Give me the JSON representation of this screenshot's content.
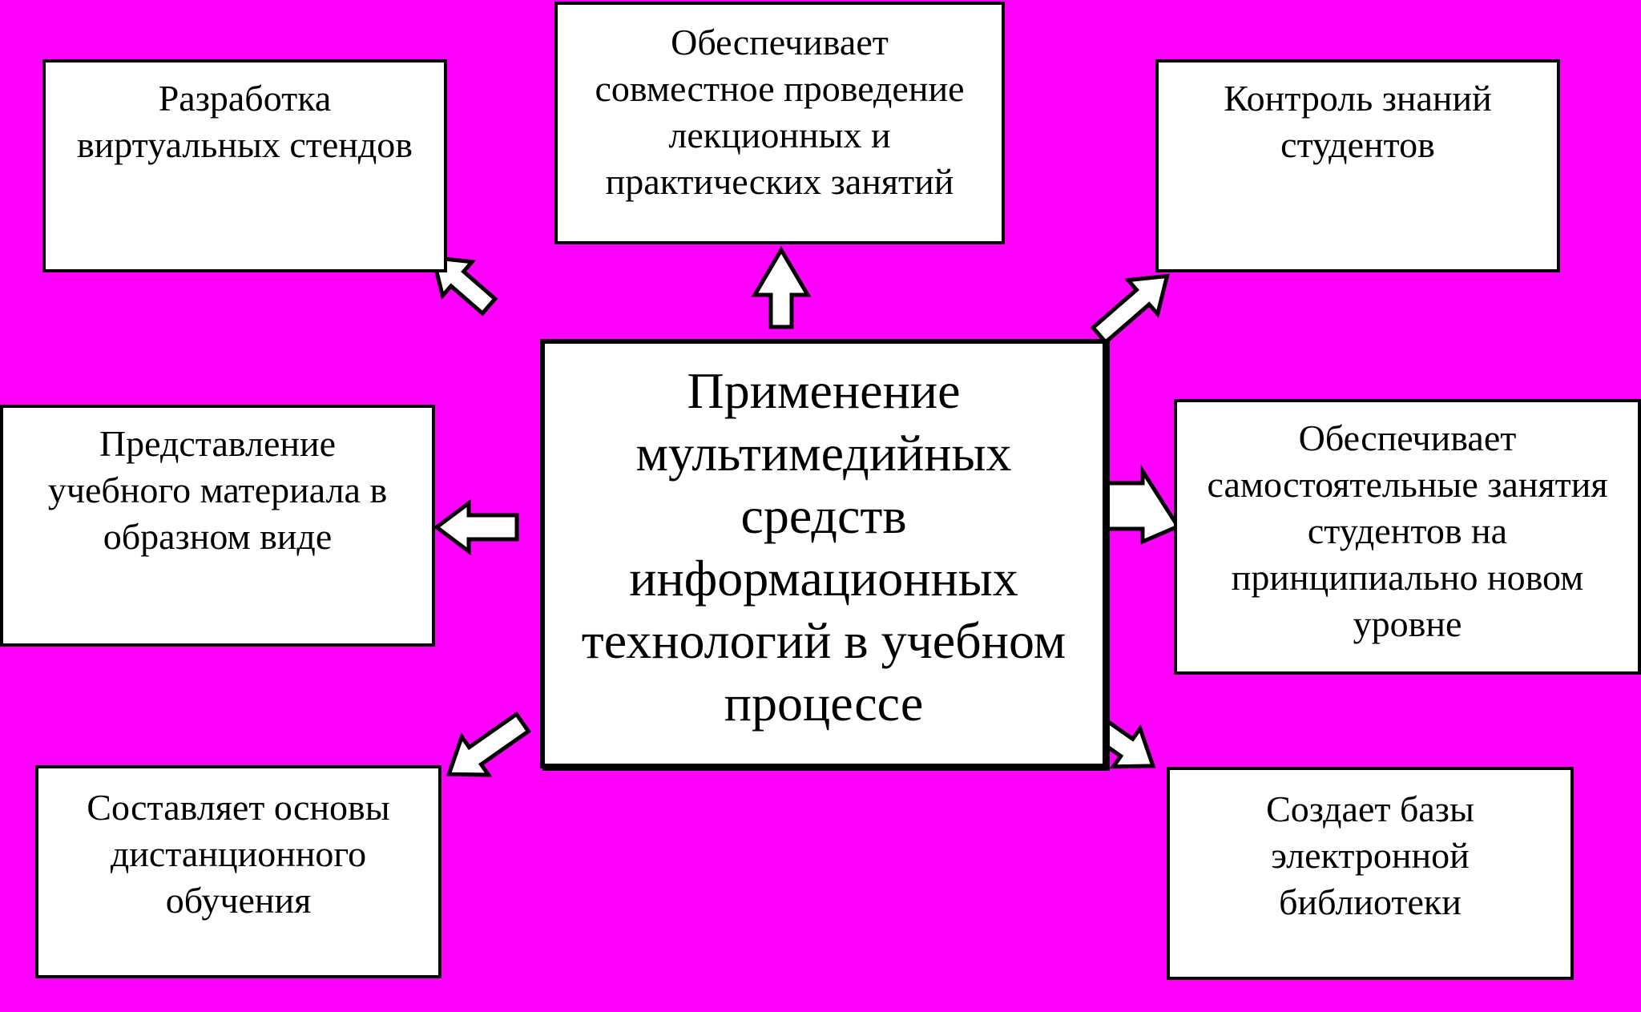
{
  "colors": {
    "background": "#ff00ff",
    "box_fill": "#ffffff",
    "border": "#000000"
  },
  "center": {
    "lines": [
      "Применение",
      "мультимедийных",
      "средств",
      "информационных",
      "технологий в учебном",
      "процессе"
    ]
  },
  "nodes": {
    "top_left": {
      "lines": [
        "Разработка",
        "виртуальных стендов"
      ]
    },
    "top_center": {
      "lines": [
        "Обеспечивает",
        "совместное проведение",
        "лекционных и",
        "практических занятий"
      ]
    },
    "top_right": {
      "lines": [
        "Контроль знаний",
        "студентов"
      ]
    },
    "middle_left": {
      "lines": [
        "Представление",
        "учебного материала в",
        "образном виде"
      ]
    },
    "middle_right": {
      "lines": [
        "Обеспечивает",
        "самостоятельные занятия",
        "студентов на",
        "принципиально новом",
        "уровне"
      ]
    },
    "bottom_left": {
      "lines": [
        "Составляет основы",
        "дистанционного",
        "обучения"
      ]
    },
    "bottom_right": {
      "lines": [
        "Создает базы",
        "электронной",
        "библиотеки"
      ]
    }
  }
}
